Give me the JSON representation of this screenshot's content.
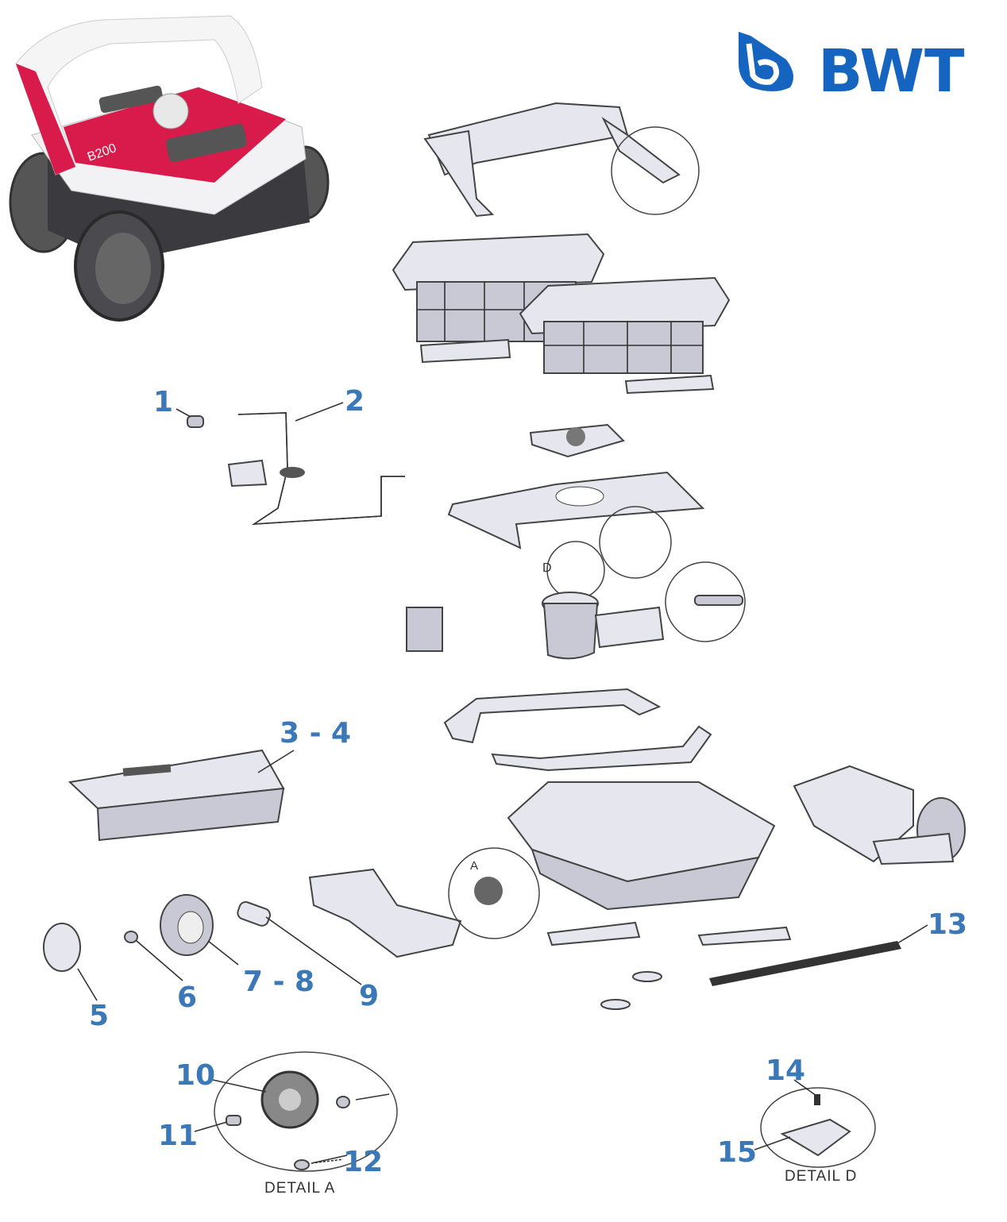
{
  "brand": {
    "logo_text": "BWT",
    "color": "#1565c0"
  },
  "product": {
    "model": "B200",
    "accent": "#d81b4a"
  },
  "callouts": [
    {
      "id": "1",
      "label": "1"
    },
    {
      "id": "2",
      "label": "2"
    },
    {
      "id": "3-4",
      "label": "3 - 4"
    },
    {
      "id": "5",
      "label": "5"
    },
    {
      "id": "6",
      "label": "6"
    },
    {
      "id": "7-8",
      "label": "7 - 8"
    },
    {
      "id": "9",
      "label": "9"
    },
    {
      "id": "10",
      "label": "10"
    },
    {
      "id": "11",
      "label": "11"
    },
    {
      "id": "12",
      "label": "12"
    },
    {
      "id": "13",
      "label": "13"
    },
    {
      "id": "14",
      "label": "14"
    },
    {
      "id": "15",
      "label": "15"
    }
  ],
  "details": {
    "a_title": "DETAIL A",
    "d_title": "DETAIL D",
    "a_marker": "A",
    "d_marker": "D"
  },
  "label_color": "#3a78b8"
}
